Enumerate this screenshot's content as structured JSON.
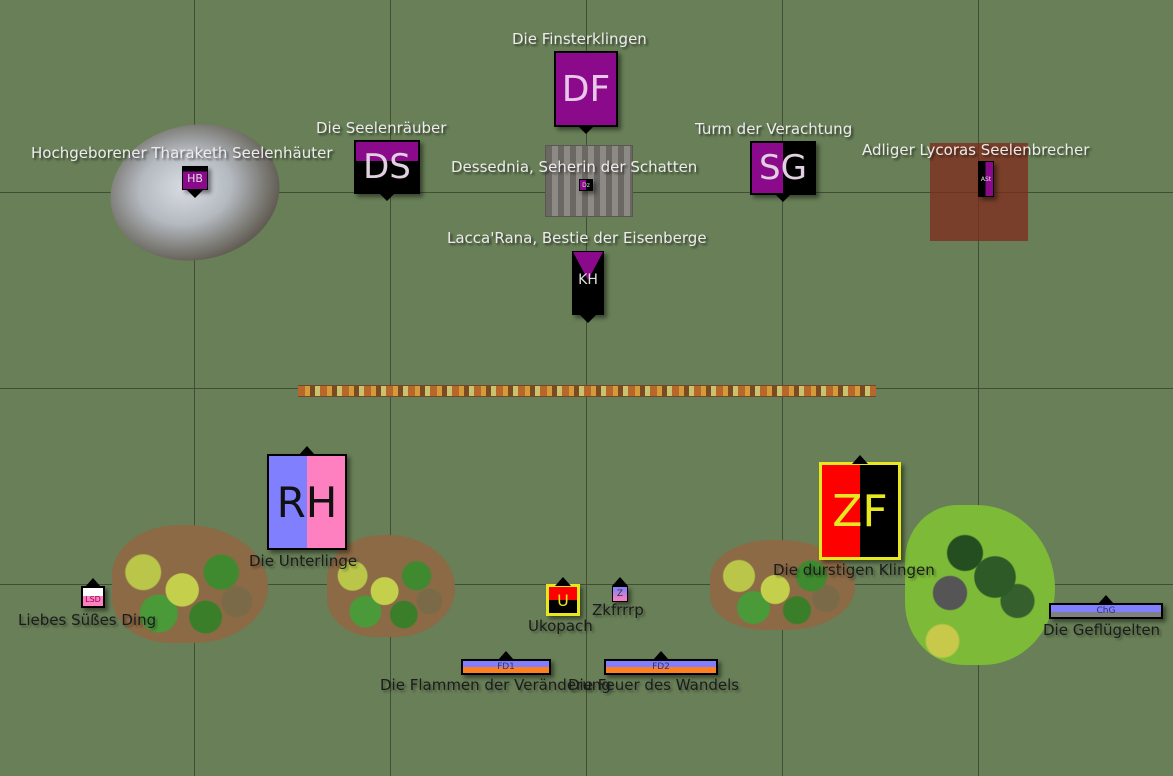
{
  "board": {
    "grid": true,
    "background_color": "#687f57",
    "grid_color": "#3e4f33"
  },
  "units": [
    {
      "id": "df",
      "code": "DF",
      "label": "Die Finsterklingen",
      "colors": [
        "#8b0a8b",
        "#8b0a8b"
      ],
      "text_color": "#e8c8e8",
      "side": "top"
    },
    {
      "id": "ds",
      "code": "DS",
      "label": "Die Seelenräuber",
      "colors": [
        "#8b0a8b",
        "#000000"
      ],
      "text_color": "#e0d0e0",
      "side": "top"
    },
    {
      "id": "sg",
      "code": "SG",
      "label": "Turm der Verachtung",
      "colors": [
        "#8b0a8b",
        "#000000"
      ],
      "text_color": "#e0d0e0",
      "side": "top"
    },
    {
      "id": "hb",
      "code": "HB",
      "label": "Hochgeborener Tharaketh Seelenhäuter",
      "colors": [
        "#8b0a8b",
        "#000000"
      ],
      "text_color": "#e0e0e0",
      "side": "top"
    },
    {
      "id": "dz",
      "code": "Dz",
      "label": "Dessednia, Seherin der Schatten",
      "colors": [
        "#8b0a8b",
        "#000000"
      ],
      "text_color": "#e0e0e0",
      "side": "top"
    },
    {
      "id": "ast",
      "code": "ASt",
      "label": "Adliger Lycoras Seelenbrecher",
      "colors": [
        "#000000",
        "#8b0a8b"
      ],
      "text_color": "#e0e0e0",
      "side": "top"
    },
    {
      "id": "kh",
      "code": "KH",
      "label": "Lacca'Rana, Bestie der Eisenberge",
      "colors": [
        "#8b0a8b",
        "#000000"
      ],
      "text_color": "#e0e0e0",
      "side": "top"
    },
    {
      "id": "rh",
      "code": "RH",
      "label": "Die Unterlinge",
      "colors": [
        "#8080ff",
        "#ff80c0"
      ],
      "text_color": "#111111",
      "side": "bottom"
    },
    {
      "id": "zf",
      "code": "ZF",
      "label": "Die durstigen Klingen",
      "colors": [
        "#ff0000",
        "#000000"
      ],
      "text_color": "#e8e820",
      "border": "#e8e820",
      "side": "bottom"
    },
    {
      "id": "lsd",
      "code": "LSD",
      "label": "Liebes Süßes Ding",
      "colors": [
        "#ffffff",
        "#ff80c0"
      ],
      "text_color": "#8b0a4b",
      "side": "bottom"
    },
    {
      "id": "u",
      "code": "U",
      "label": "Ukopach",
      "colors": [
        "#ff0000",
        "#000000"
      ],
      "text_color": "#e8e820",
      "border": "#e8e820",
      "side": "bottom"
    },
    {
      "id": "z",
      "code": "Z",
      "label": "Zkfrrrp",
      "colors": [
        "#8080ff",
        "#ff80c0"
      ],
      "text_color": "#333333",
      "side": "bottom"
    },
    {
      "id": "fd1",
      "code": "FD1",
      "label": "Die Flammen der Veränderung",
      "colors": [
        "#8080ff",
        "#ff8020"
      ],
      "text_color": "#333366",
      "side": "bottom"
    },
    {
      "id": "fd2",
      "code": "FD2",
      "label": "Die Feuer des Wandels",
      "colors": [
        "#8080ff",
        "#ff8020"
      ],
      "text_color": "#333366",
      "side": "bottom"
    },
    {
      "id": "chg",
      "code": "ChG",
      "label": "Die Geflügelten",
      "colors": [
        "#8080ff",
        "#808080"
      ],
      "text_color": "#333366",
      "side": "bottom"
    }
  ],
  "terrain": [
    {
      "id": "ruin",
      "type": "rocky ruin"
    },
    {
      "id": "tower",
      "type": "stone building"
    },
    {
      "id": "wall",
      "type": "hedge wall"
    },
    {
      "id": "zone",
      "type": "objective zone",
      "color": "#802a1c"
    },
    {
      "id": "wood1",
      "type": "wood"
    },
    {
      "id": "wood2",
      "type": "wood"
    },
    {
      "id": "wood3",
      "type": "wood"
    },
    {
      "id": "forest",
      "type": "forest"
    }
  ]
}
